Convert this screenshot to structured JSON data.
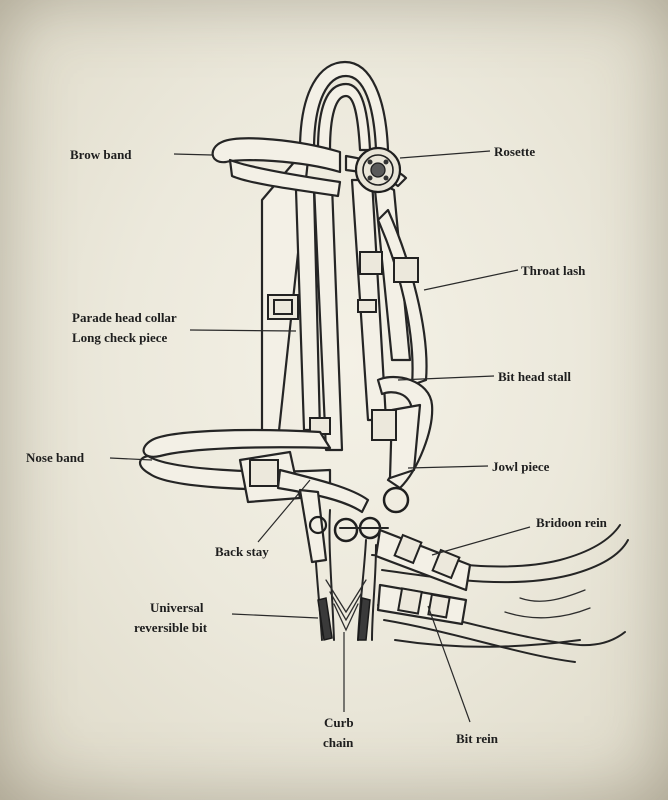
{
  "labels": {
    "brow_band": "Brow band",
    "rosette": "Rosette",
    "throat_lash": "Throat lash",
    "parade_head_collar_1": "Parade head collar",
    "parade_head_collar_2": "Long check piece",
    "bit_head_stall": "Bit head stall",
    "nose_band": "Nose band",
    "jowl_piece": "Jowl piece",
    "bridoon_rein": "Bridoon rein",
    "back_stay": "Back stay",
    "universal_bit_1": "Universal",
    "universal_bit_2": "reversible bit",
    "curb_chain_1": "Curb",
    "curb_chain_2": "chain",
    "bit_rein": "Bit rein"
  },
  "colors": {
    "paper": "#f0ede2",
    "ink": "#252525"
  }
}
